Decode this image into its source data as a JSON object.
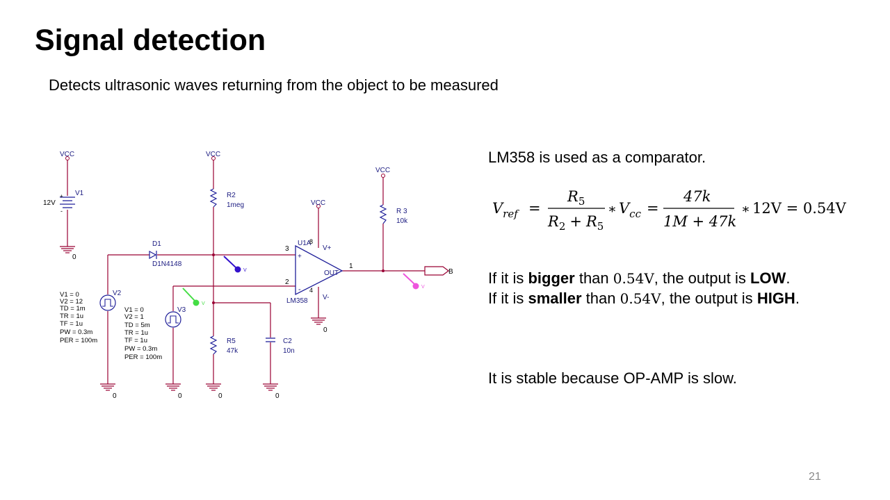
{
  "slide": {
    "title": "Signal detection",
    "subtitle": "Detects ultrasonic waves returning from the object to be measured",
    "page_number": "21"
  },
  "schematic": {
    "vcc_label": "VCC",
    "ground_label": "0",
    "v1": {
      "name": "V1",
      "value": "12V",
      "plus": "+",
      "minus": "-"
    },
    "r2": {
      "name": "R2",
      "value": "1meg"
    },
    "r3": {
      "name": "R 3",
      "value": "10k"
    },
    "r5": {
      "name": "R5",
      "value": "47k"
    },
    "c2": {
      "name": "C2",
      "value": "10n"
    },
    "d1": {
      "name": "D1",
      "value": "D1N4148"
    },
    "u1": {
      "name": "U1A",
      "part": "LM358",
      "out": "OUT",
      "vplus": "V+",
      "vminus": "V-",
      "pin8": "8",
      "pin4": "4",
      "pin3": "3",
      "pin2": "2",
      "pin1": "1",
      "plus": "+",
      "minus": "-"
    },
    "v2": {
      "name": "V2",
      "params": [
        "V1 = 0",
        "V2 = 12",
        "TD = 1m",
        "TR = 1u",
        "TF = 1u",
        "PW = 0.3m",
        "PER = 100m"
      ]
    },
    "v3": {
      "name": "V3",
      "params": [
        "V1 = 0",
        "V2 = 1",
        "TD = 5m",
        "TR = 1u",
        "TF = 1u",
        "PW = 0.3m",
        "PER = 100m"
      ]
    },
    "offpage_label": "B",
    "probe_label": "V",
    "colors": {
      "wire": "#990033",
      "component": "#1f1f99",
      "label": "#1a1a80",
      "probe_blue": "#3311cc",
      "probe_green": "#44dd44",
      "probe_pink": "#ee55dd"
    }
  },
  "right": {
    "line1": "LM358 is used as a comparator.",
    "formula": {
      "lhs": "V",
      "lhs_sub": "ref",
      "eq": "=",
      "num1": "R",
      "num1_sub": "5",
      "den1_a": "R",
      "den1_a_sub": "2",
      "den1_plus": "+",
      "den1_b": "R",
      "den1_b_sub": "5",
      "times1": "∗",
      "vcc": "V",
      "vcc_sub": "cc",
      "num2": "47k",
      "den2": "1M + 47k",
      "times2": "∗",
      "rest": "12V = 0.54V"
    },
    "cond1": {
      "pre": "If it is",
      "word": "bigger",
      "mid": "than",
      "val": "0.54V",
      "post1": ", the output is",
      "state": "LOW",
      "end": "."
    },
    "cond2": {
      "pre": "If it is",
      "word": "smaller",
      "mid": "than",
      "val": "0.54V",
      "post1": ", the output is",
      "state": "HIGH",
      "end": "."
    },
    "line_stable": "It is stable because OP-AMP is slow."
  }
}
